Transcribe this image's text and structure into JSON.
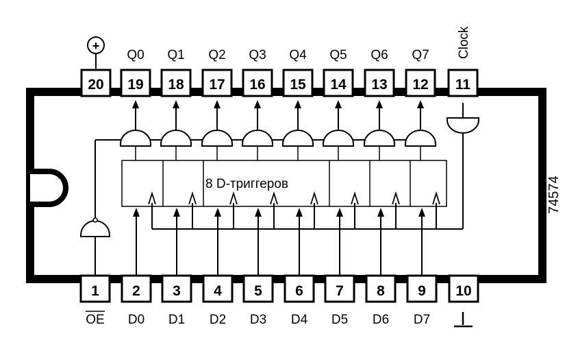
{
  "part_number": "74574",
  "block_label": "8 D-триггеров",
  "top_pins": [
    {
      "num": "20",
      "signal": ""
    },
    {
      "num": "19",
      "signal": "Q0"
    },
    {
      "num": "18",
      "signal": "Q1"
    },
    {
      "num": "17",
      "signal": "Q2"
    },
    {
      "num": "16",
      "signal": "Q3"
    },
    {
      "num": "15",
      "signal": "Q4"
    },
    {
      "num": "14",
      "signal": "Q5"
    },
    {
      "num": "13",
      "signal": "Q6"
    },
    {
      "num": "12",
      "signal": "Q7"
    },
    {
      "num": "11",
      "signal": "Clock"
    }
  ],
  "bottom_pins": [
    {
      "num": "1",
      "signal": "OE"
    },
    {
      "num": "2",
      "signal": "D0"
    },
    {
      "num": "3",
      "signal": "D1"
    },
    {
      "num": "4",
      "signal": "D2"
    },
    {
      "num": "5",
      "signal": "D3"
    },
    {
      "num": "6",
      "signal": "D4"
    },
    {
      "num": "7",
      "signal": "D5"
    },
    {
      "num": "8",
      "signal": "D6"
    },
    {
      "num": "9",
      "signal": "D7"
    },
    {
      "num": "10",
      "signal": ""
    }
  ],
  "power_symbol": "+"
}
